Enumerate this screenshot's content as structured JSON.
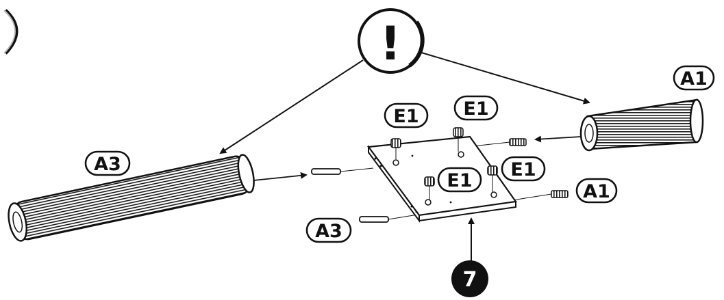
{
  "labels": {
    "a1_top": "A1",
    "a1_bottom": "A1",
    "a3_left": "A3",
    "a3_bottom": "A3",
    "e1_a": "E1",
    "e1_b": "E1",
    "e1_c": "E1",
    "e1_d": "E1"
  },
  "step_number": "7",
  "warning_symbol": "!",
  "icons": [
    "warning-exclamation-icon",
    "page-turn-bracket-icon"
  ],
  "colors": {
    "ink": "#111111",
    "paper": "#ffffff"
  }
}
